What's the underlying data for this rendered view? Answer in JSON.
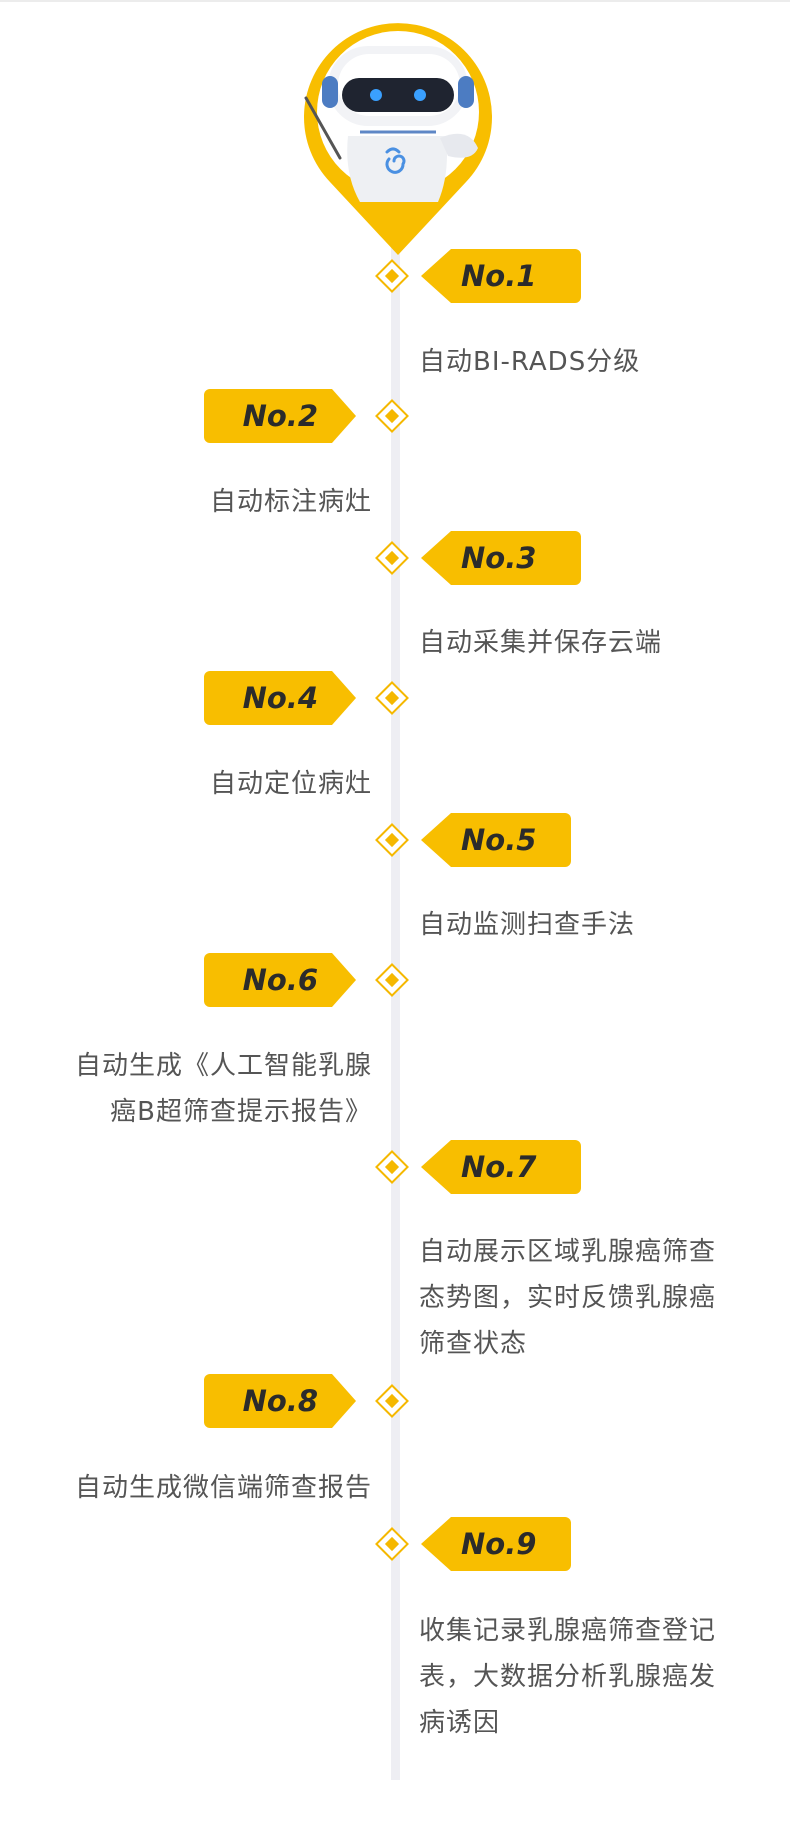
{
  "colors": {
    "accent": "#f8be00",
    "timeline": "#eeeef3",
    "text": "#555555",
    "tag_text": "#2b2b2b"
  },
  "robot": {
    "icon": "robot-icon",
    "chest_logo_icon": "swirl-logo-icon"
  },
  "steps": [
    {
      "no": "No.1",
      "text": "自动BI-RADS分级"
    },
    {
      "no": "No.2",
      "text": "自动标注病灶"
    },
    {
      "no": "No.3",
      "text": "自动采集并保存云端"
    },
    {
      "no": "No.4",
      "text": "自动定位病灶"
    },
    {
      "no": "No.5",
      "text": "自动监测扫查手法"
    },
    {
      "no": "No.6",
      "lines": [
        "自动生成《人工智能乳腺",
        "癌B超筛查提示报告》"
      ]
    },
    {
      "no": "No.7",
      "lines": [
        "自动展示区域乳腺癌筛查",
        "态势图，实时反馈乳腺癌",
        "筛查状态"
      ]
    },
    {
      "no": "No.8",
      "text": "自动生成微信端筛查报告"
    },
    {
      "no": "No.9",
      "lines": [
        "收集记录乳腺癌筛查登记",
        "表，大数据分析乳腺癌发",
        "病诱因"
      ]
    }
  ]
}
